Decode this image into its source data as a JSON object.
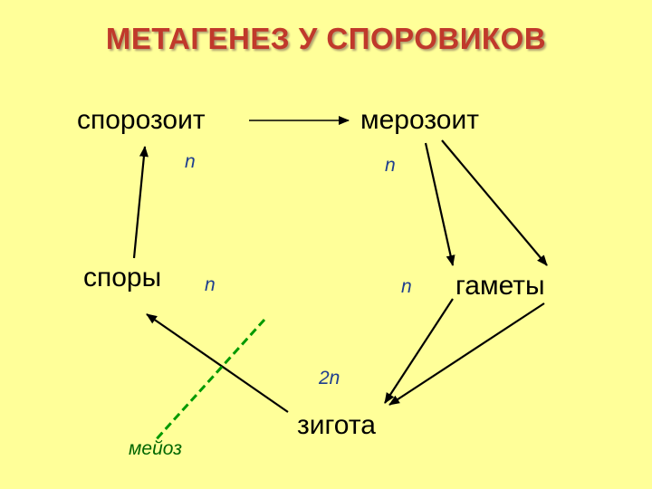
{
  "title": "МЕТАГЕНЕЗ  У  СПОРОВИКОВ",
  "nodes": {
    "sporozoite": "спорозоит",
    "merozoite": "мерозоит",
    "spores": "споры",
    "gametes": "гаметы",
    "zygote": "зигота"
  },
  "ploidy": {
    "sporozoite": "n",
    "merozoite": "n",
    "spores": "n",
    "gametes": "n",
    "zygote": "2n"
  },
  "meiosis_label": "мейоз",
  "colors": {
    "background": "#ffff99",
    "title": "#c0392b",
    "ploidy_text": "#1f3f8f",
    "meiosis": "#009900",
    "arrows": "#000000"
  }
}
